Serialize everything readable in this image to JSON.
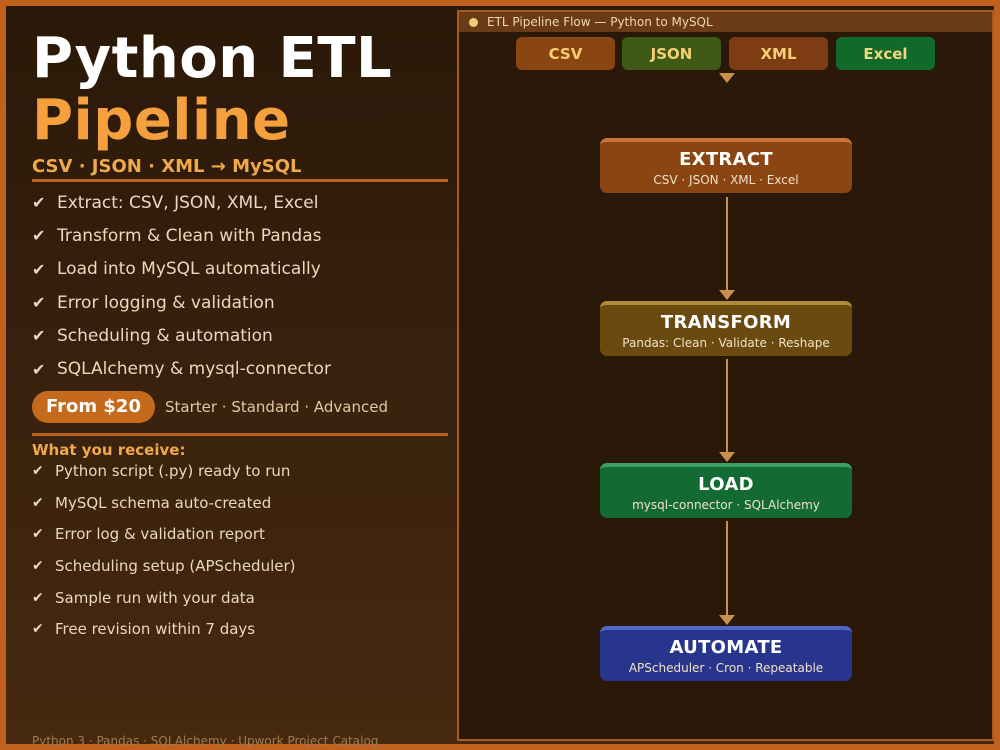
{
  "hero": {
    "title_line1": "Python ETL",
    "title_line2": "Pipeline",
    "subtitle": "CSV · JSON · XML → MySQL"
  },
  "features": [
    "Extract: CSV, JSON, XML, Excel",
    "Transform & Clean with Pandas",
    "Load into MySQL automatically",
    "Error logging & validation",
    "Scheduling & automation",
    "SQLAlchemy & mysql-connector"
  ],
  "pricing": {
    "price_label": "From $20",
    "tiers": "Starter · Standard · Advanced"
  },
  "receive": {
    "heading": "What you receive:",
    "items": [
      "Python script (.py) ready to run",
      "MySQL schema auto-created",
      "Error log & validation report",
      "Scheduling setup (APScheduler)",
      "Sample run with your data",
      "Free revision within 7 days"
    ]
  },
  "check_glyph": "✔",
  "footer": "Python 3 · Pandas · SQLAlchemy · Upwork Project Catalog",
  "panel": {
    "title": "ETL Pipeline Flow — Python to MySQL",
    "sources": [
      "CSV",
      "JSON",
      "XML",
      "Excel"
    ],
    "stages": [
      {
        "name": "EXTRACT",
        "desc": "CSV · JSON · XML · Excel",
        "color": "#8a4512"
      },
      {
        "name": "TRANSFORM",
        "desc": "Pandas: Clean · Validate · Reshape",
        "color": "#6b4a10"
      },
      {
        "name": "LOAD",
        "desc": "mysql-connector · SQLAlchemy",
        "color": "#146a33"
      },
      {
        "name": "AUTOMATE",
        "desc": "APScheduler · Cron · Repeatable",
        "color": "#28358c"
      }
    ],
    "arrow_color": "#c8904a"
  },
  "colors": {
    "accent": "#f5a03c",
    "border": "#c0621e",
    "background": "#2a1808"
  }
}
